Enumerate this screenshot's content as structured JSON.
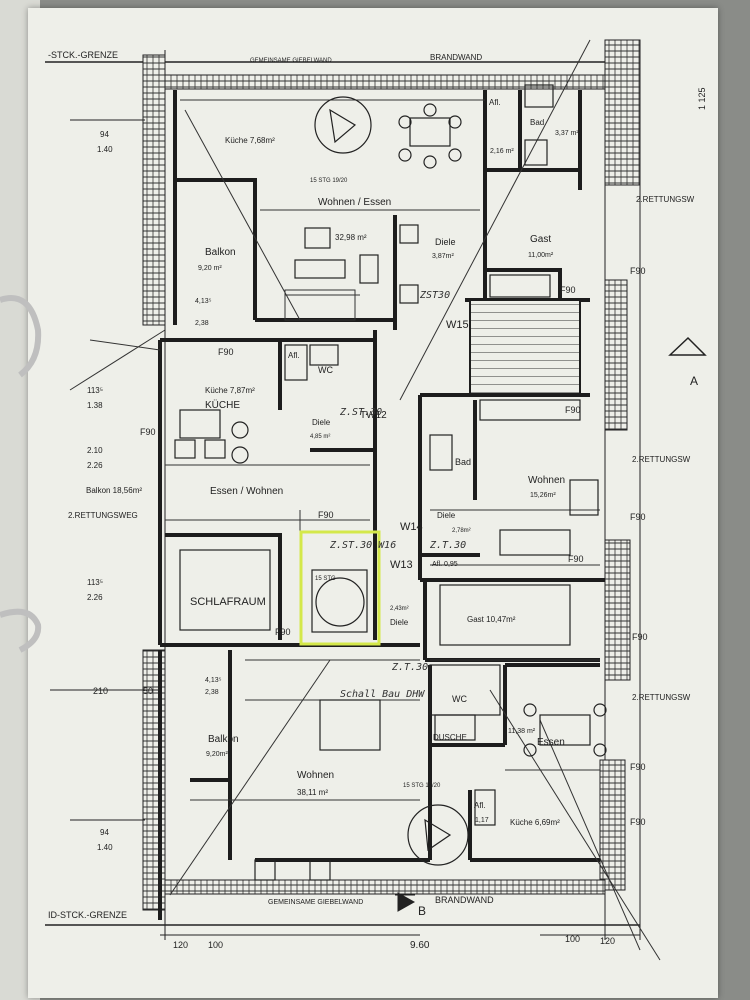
{
  "labels": {
    "stck_grenze_top": "-STCK.-GRENZE",
    "gemeinsame_top": "GEMEINSAME GIEBELWAND",
    "brandwand_top": "BRANDWAND",
    "kueche_top": "Küche 7,68m²",
    "stg_top": "15 STG 19/20",
    "wohnen_essen": "Wohnen / Essen",
    "wohnen_essen_area": "32,98 m²",
    "balkon_top": "Balkon",
    "balkon_top_area": "9,20 m²",
    "diele_top": "Diele",
    "diele_top_area": "3,87m²",
    "gast_top": "Gast",
    "gast_top_area": "11,00m²",
    "afl_top": "Afl.",
    "bad_top": "Bad",
    "bad_top_area": "3,37 m²",
    "afl_top_small": "2,16 m²",
    "rettung_1": "2.RETTUNGSW",
    "rettung_2": "2.RETTUNGSW",
    "rettung_3": "2.RETTUNGSW",
    "rettung_left": "2.RETTUNGSWEG",
    "f90_1": "F90",
    "f90_2": "F90",
    "f90_3": "F90",
    "f90_4": "F90",
    "f90_5": "F90",
    "f90_6": "F90",
    "f90_7": "F90",
    "f90_8": "F90",
    "f90_9": "F90",
    "f90_10": "F90",
    "f90_11": "F90",
    "f90_12": "F90",
    "w15": "W15",
    "w14": "W14",
    "w13": "W13",
    "w12": "TW12",
    "kueche_mid": "Küche 7,87m²",
    "kueche_mid_hw": "KÜCHE",
    "afl_mid": "Afl.",
    "wc_mid": "WC",
    "diele_mid": "Diele",
    "diele_mid_area": "4,85 m²",
    "balkon_mid": "Balkon 18,56m²",
    "essen_wohnen": "Essen / Wohnen",
    "schlafraum": "SCHLAFRAUM",
    "stg_mid": "15 STG",
    "diele_mid2": "Diele",
    "diele_mid2_area": "2,43m²",
    "gast_mid": "Gast 10,47m²",
    "bad_mid": "Bad",
    "wohnen_mid": "Wohnen",
    "wohnen_mid_area": "15,26m²",
    "diele_mid3": "Diele",
    "diele_mid3_area": "2,78m²",
    "afl_mid3": "Afl. 0,95",
    "balkon_bot": "Balkon",
    "balkon_bot_area": "9,20m²",
    "wohnen_bot": "Wohnen",
    "wohnen_bot_area": "38,11 m²",
    "stg_bot": "15 STG 19/20",
    "wc_bot": "WC",
    "dusche_bot": "DUSCHE",
    "essen_bot": "Essen",
    "essen_bot_area": "11,38 m²",
    "kueche_bot": "Küche 6,69m²",
    "afl_bot": "Afl.",
    "afl_bot_area": "1,17",
    "stck_grenze_bot": "ID-STCK.-GRENZE",
    "gemeinsame_bot": "GEMEINSAME GIEBELWAND",
    "brandwand_bot": "BRANDWAND",
    "b_marker": "B",
    "a_marker": "A",
    "dim_960": "9.60",
    "dim_210": "210",
    "dim_50": "50",
    "dim_120_l": "120",
    "dim_100_l": "100",
    "dim_100_r": "100",
    "dim_120_r": "120",
    "dim_94_top": "94",
    "dim_140_top": "1.40",
    "dim_94_bot": "94",
    "dim_140_bot": "1.40",
    "dim_113_1": "113⁵",
    "dim_138": "1.38",
    "dim_210b": "2.10",
    "dim_226a": "2.26",
    "dim_113_2": "113⁵",
    "dim_226b": "2.26",
    "dim_413_top": "4,13⁵",
    "dim_238_top": "2,38",
    "dim_413_bot": "4,13⁵",
    "dim_238_bot": "2,38",
    "dim_125": "1 125",
    "hw_1": "ZST30",
    "hw_2": "Z.ST.30 W16",
    "hw_3": "Z.T.30",
    "hw_4": "Z.ST.30",
    "hw_5": "Z.T.30",
    "hw_6": "Schall Bau DHW"
  },
  "colors": {
    "paper": "#eeefe9",
    "ink": "#222222",
    "highlight": "#d4e84a"
  }
}
